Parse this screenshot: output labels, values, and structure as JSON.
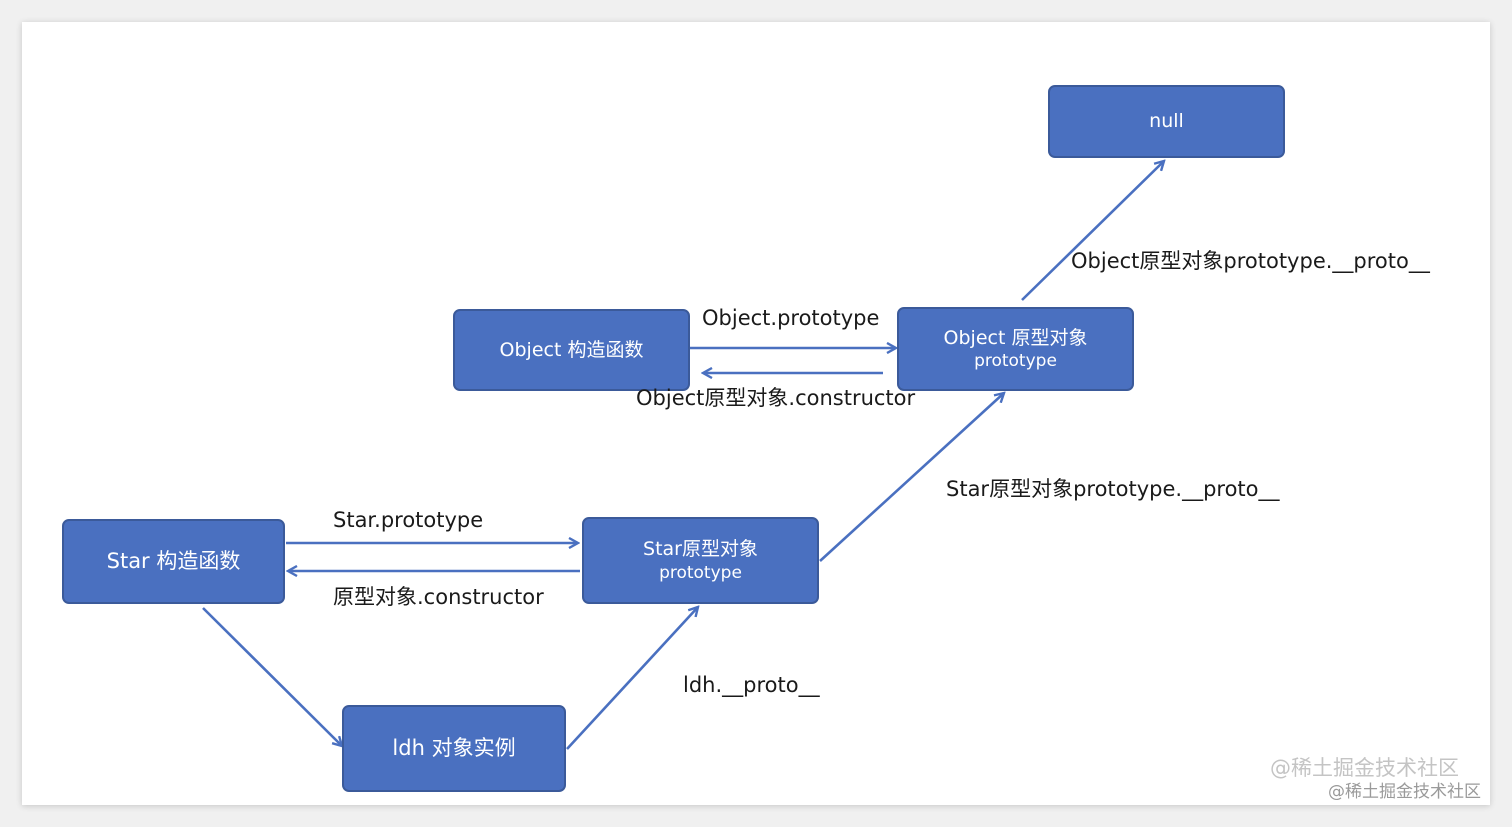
{
  "diagram": {
    "nodes": {
      "null_node": {
        "line1": "null"
      },
      "object_constructor": {
        "line1": "Object 构造函数"
      },
      "object_prototype": {
        "line1": "Object 原型对象",
        "line2": "prototype"
      },
      "star_constructor": {
        "line1": "Star 构造函数"
      },
      "star_prototype": {
        "line1": "Star原型对象",
        "line2": "prototype"
      },
      "ldh_instance": {
        "line1": "ldh 对象实例"
      }
    },
    "edges": {
      "object_prototype_label": "Object.prototype",
      "object_constructor_label": "Object原型对象.constructor",
      "object_proto_label": "Object原型对象prototype.__proto__",
      "star_prototype_label": "Star.prototype",
      "star_constructor_label": "原型对象.constructor",
      "star_proto_label": "Star原型对象prototype.__proto__",
      "ldh_proto_label": "ldh.__proto__"
    }
  },
  "colors": {
    "box_fill": "#4a70c0",
    "arrow": "#4a70c0"
  },
  "watermark": {
    "large": "@稀土掘金技术社区",
    "small": "@稀土掘金技术社区"
  }
}
